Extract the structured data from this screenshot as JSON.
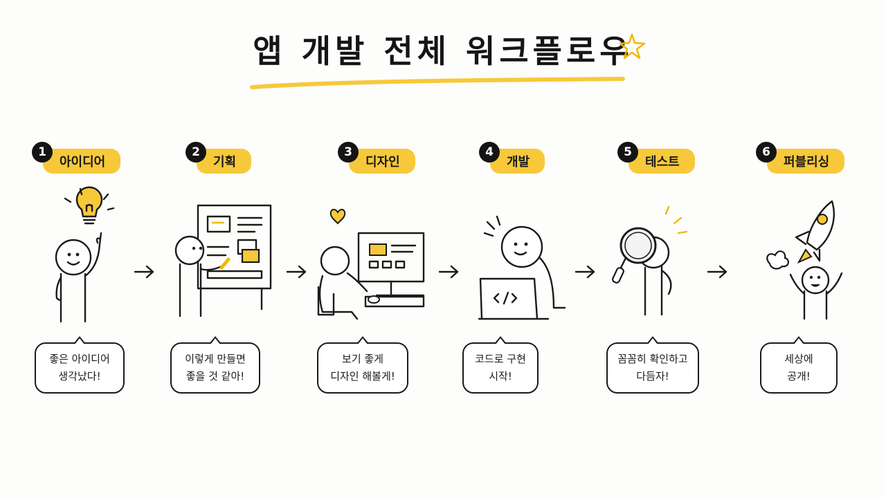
{
  "title": "앱 개발 전체 워크플로우",
  "colors": {
    "accent": "#f7c93a",
    "ink": "#1a1a1a"
  },
  "steps": [
    {
      "number": "1",
      "label": "아이디어",
      "bubble": [
        "좋은 아이디어",
        "생각났다!"
      ],
      "icon": "lightbulb-person-icon"
    },
    {
      "number": "2",
      "label": "기획",
      "bubble": [
        "이렇게 만들면",
        "좋을 것 같아!"
      ],
      "icon": "planning-board-icon"
    },
    {
      "number": "3",
      "label": "디자인",
      "bubble": [
        "보기 좋게",
        "디자인 해볼게!"
      ],
      "icon": "design-monitor-icon"
    },
    {
      "number": "4",
      "label": "개발",
      "bubble": [
        "코드로 구현",
        "시작!"
      ],
      "icon": "laptop-code-icon"
    },
    {
      "number": "5",
      "label": "테스트",
      "bubble": [
        "꼼꼼히 확인하고",
        "다듬자!"
      ],
      "icon": "magnifier-icon"
    },
    {
      "number": "6",
      "label": "퍼블리싱",
      "bubble": [
        "세상에",
        "공개!"
      ],
      "icon": "rocket-icon"
    }
  ]
}
